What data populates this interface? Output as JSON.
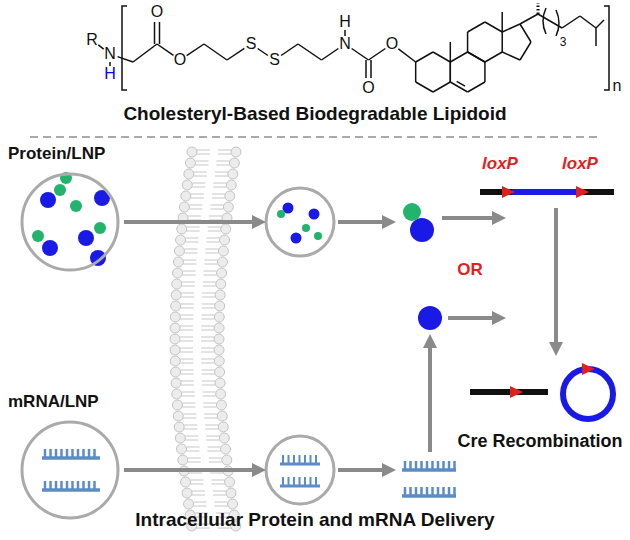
{
  "diagram": {
    "title": "Cholesteryl-Based Biodegradable Lipidoid",
    "caption": "Intracellular Protein and mRNA Delivery",
    "nodes": [
      {
        "text": [
          "Protein/LNP"
        ]
      },
      {
        "text": [
          "mRNA/LNP"
        ]
      }
    ],
    "labels": [
      "R",
      "N",
      "H",
      "O",
      "O",
      "S",
      "S",
      "H",
      "N",
      "O",
      "O",
      "3",
      "n",
      "loxP",
      "loxP",
      "OR",
      "Cre Recombination"
    ]
  }
}
